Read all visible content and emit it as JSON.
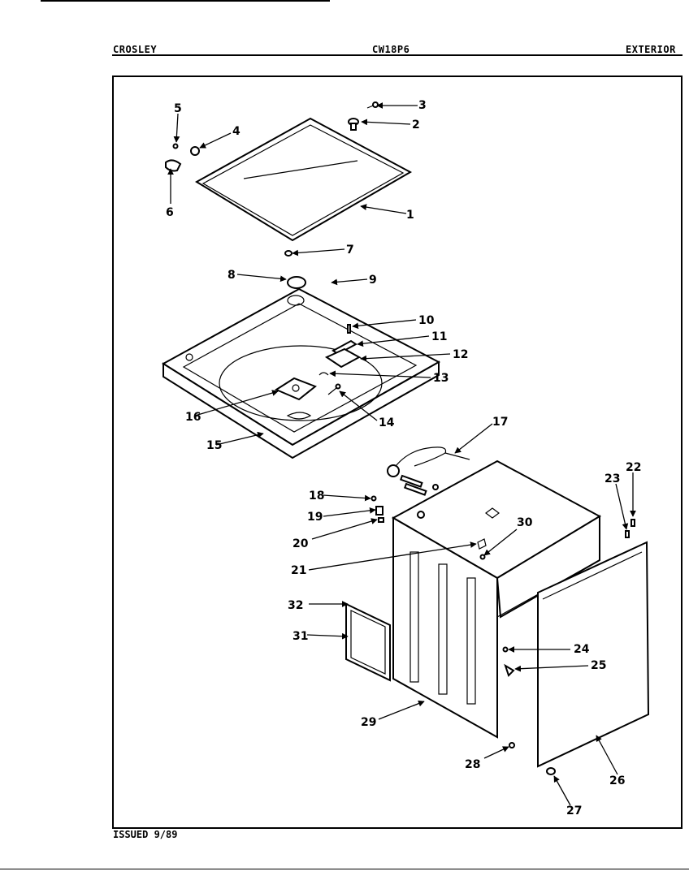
{
  "header": {
    "brand": "CROSLEY",
    "model": "CW18P6",
    "section": "EXTERIOR"
  },
  "footer": {
    "issued": "ISSUED 9/89"
  },
  "callouts": [
    "1",
    "2",
    "3",
    "4",
    "5",
    "6",
    "7",
    "8",
    "9",
    "10",
    "11",
    "12",
    "13",
    "14",
    "15",
    "16",
    "17",
    "18",
    "19",
    "20",
    "21",
    "22",
    "23",
    "24",
    "25",
    "26",
    "27",
    "28",
    "29",
    "30",
    "31",
    "32"
  ]
}
